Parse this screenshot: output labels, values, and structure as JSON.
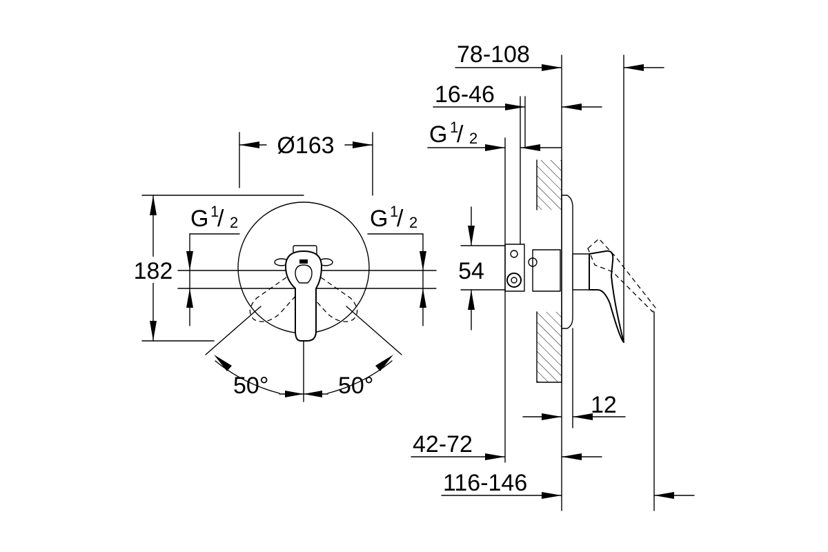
{
  "front_view": {
    "diameter": {
      "symbol": "Ø",
      "value": "163"
    },
    "height": "182",
    "connection_left": {
      "main": "G",
      "num": "1",
      "den": "2"
    },
    "connection_right": {
      "main": "G",
      "num": "1",
      "den": "2"
    },
    "angle_left": "50°",
    "angle_right": "50°"
  },
  "side_view": {
    "dim_top_1": "78-108",
    "dim_top_2": "16-46",
    "connection": {
      "main": "G",
      "num": "1",
      "den": "2"
    },
    "dim_center": "54",
    "dim_plate": "12",
    "dim_bottom_1": "42-72",
    "dim_bottom_2": "116-146"
  }
}
